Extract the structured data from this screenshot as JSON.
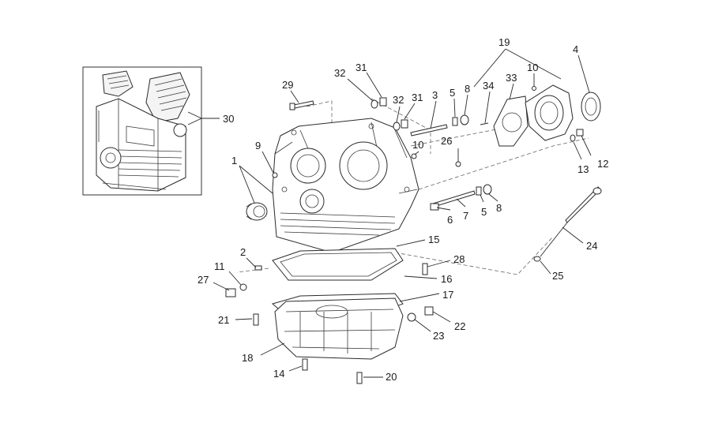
{
  "diagram": {
    "callouts": [
      "1",
      "2",
      "3",
      "4",
      "5",
      "5",
      "6",
      "7",
      "8",
      "8",
      "9",
      "10",
      "10",
      "11",
      "12",
      "13",
      "14",
      "15",
      "16",
      "17",
      "18",
      "19",
      "20",
      "21",
      "22",
      "23",
      "24",
      "25",
      "26",
      "27",
      "28",
      "29",
      "30",
      "31",
      "31",
      "32",
      "32",
      "33",
      "34"
    ]
  }
}
